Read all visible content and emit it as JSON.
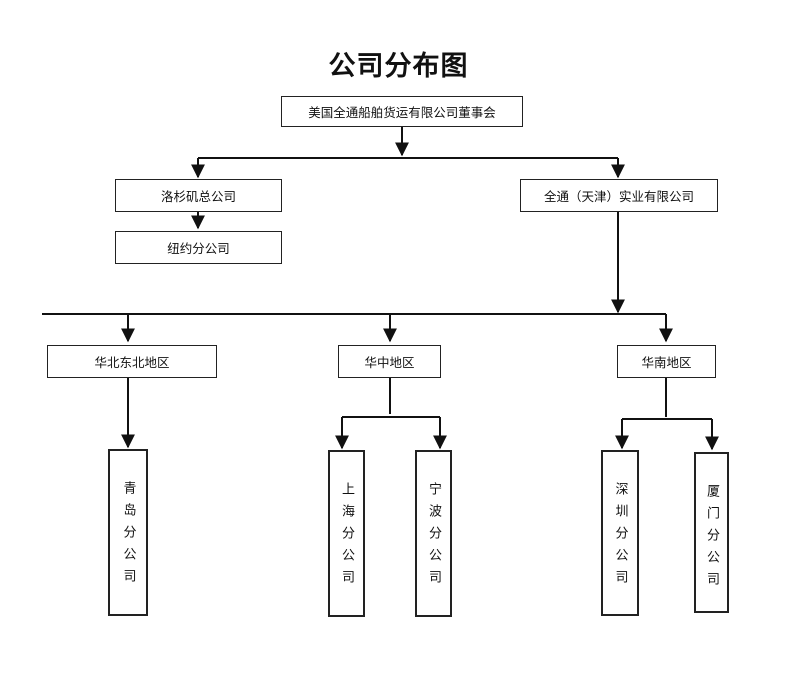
{
  "title": "公司分布图",
  "nodes": {
    "board": "美国全通船舶货运有限公司董事会",
    "los_angeles": "洛杉矶总公司",
    "new_york": "纽约分公司",
    "tianjin": "全通（天津）实业有限公司",
    "north_china": "华北东北地区",
    "central_china": "华中地区",
    "south_china": "华南地区",
    "qingdao": "青岛分公司",
    "shanghai": "上海分公司",
    "ningbo": "宁波分公司",
    "shenzhen": "深圳分公司",
    "xiamen": "厦门分公司"
  }
}
